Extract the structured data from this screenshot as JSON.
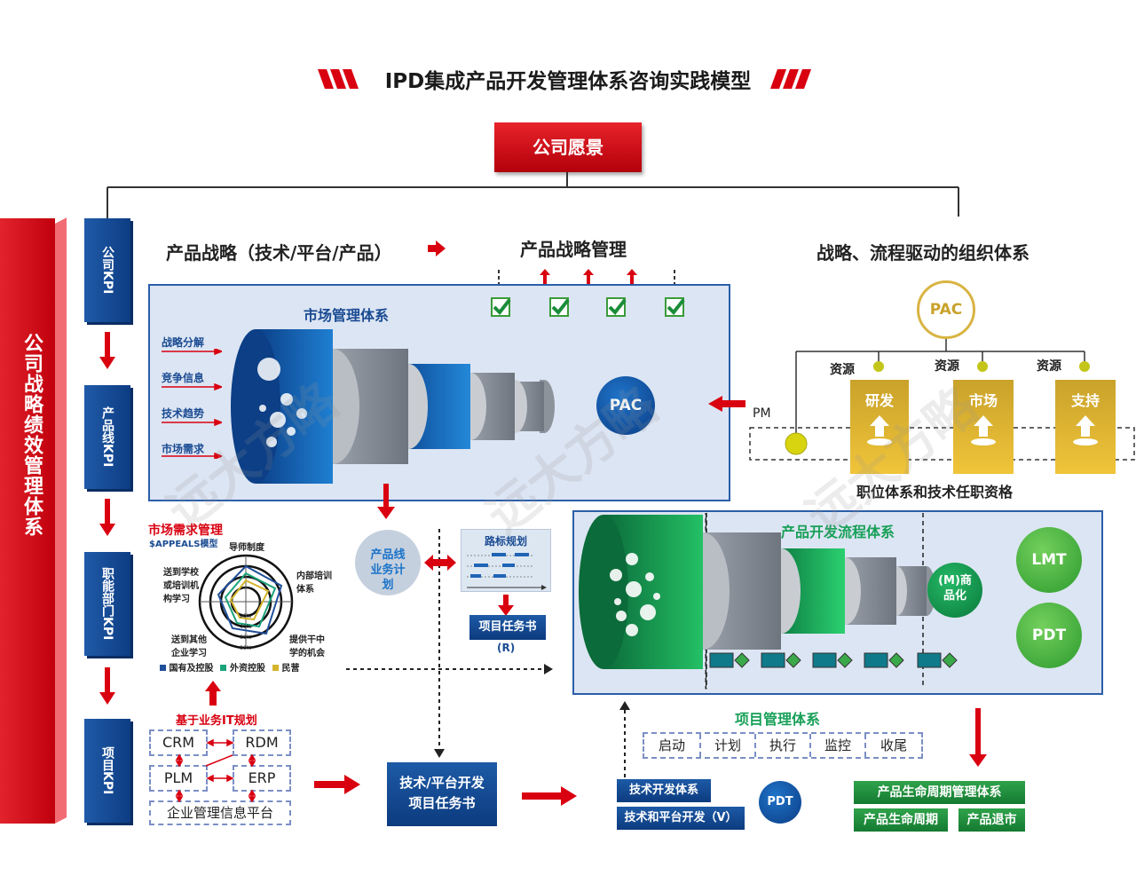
{
  "title": "IPD集成产品开发管理体系咨询实践模型",
  "vision": "公司愿景",
  "left_bar": "公司战略绩效管理体系",
  "kpis": [
    "公司KPI",
    "产品线KPI",
    "职能部门KPI",
    "项目KPI"
  ],
  "sections": {
    "product_strategy": "产品战略（技术/平台/产品）",
    "strategy_mgmt": "产品战略管理",
    "org_system": "战略、流程驱动的组织体系"
  },
  "market": {
    "title": "市场管理体系",
    "inputs": [
      "战略分解",
      "竞争信息",
      "技术趋势",
      "市场需求"
    ],
    "pac": "PAC"
  },
  "org": {
    "pac": "PAC",
    "resources": [
      "资源",
      "资源",
      "资源"
    ],
    "depts": [
      "研发",
      "市场",
      "支持"
    ],
    "pm": "PM",
    "caption": "职位体系和技术任职资格"
  },
  "demand": {
    "title": "市场需求管理",
    "subtitle": "$APPEALS模型",
    "radar_labels": [
      "导师制度",
      "内部培训体系",
      "提供干中学的机会",
      "送到其他企业学习",
      "送到学校或培训机构学习"
    ],
    "scale": [
      "20%",
      "40%",
      "60%",
      "80%"
    ],
    "legend": [
      "国有及控股",
      "外资控股",
      "民营"
    ],
    "legend_colors": [
      "#1f4f9a",
      "#1aa37a",
      "#d4b52c"
    ]
  },
  "plan": {
    "product_line": "产品线业务计划",
    "roadmap": "路标规划",
    "task_book": "项目任务书",
    "r": "(R)"
  },
  "it": {
    "title": "基于业务IT规划",
    "systems": [
      "CRM",
      "RDM",
      "PLM",
      "ERP"
    ],
    "platform": "企业管理信息平台"
  },
  "tech_task": "技术/平台开发项目任务书",
  "dev": {
    "title": "产品开发流程体系",
    "m": "(M)商品化",
    "lmt": "LMT",
    "pdt": "PDT"
  },
  "project": {
    "title": "项目管理体系",
    "steps": [
      "启动",
      "计划",
      "执行",
      "监控",
      "收尾"
    ]
  },
  "tech": {
    "dev_system": "技术开发体系",
    "platform_dev": "技术和平台开发（V）",
    "pdt": "PDT"
  },
  "lifecycle": {
    "system": "产品生命周期管理体系",
    "cycle": "产品生命周期",
    "exit": "产品退市"
  },
  "watermark": "远大方略"
}
